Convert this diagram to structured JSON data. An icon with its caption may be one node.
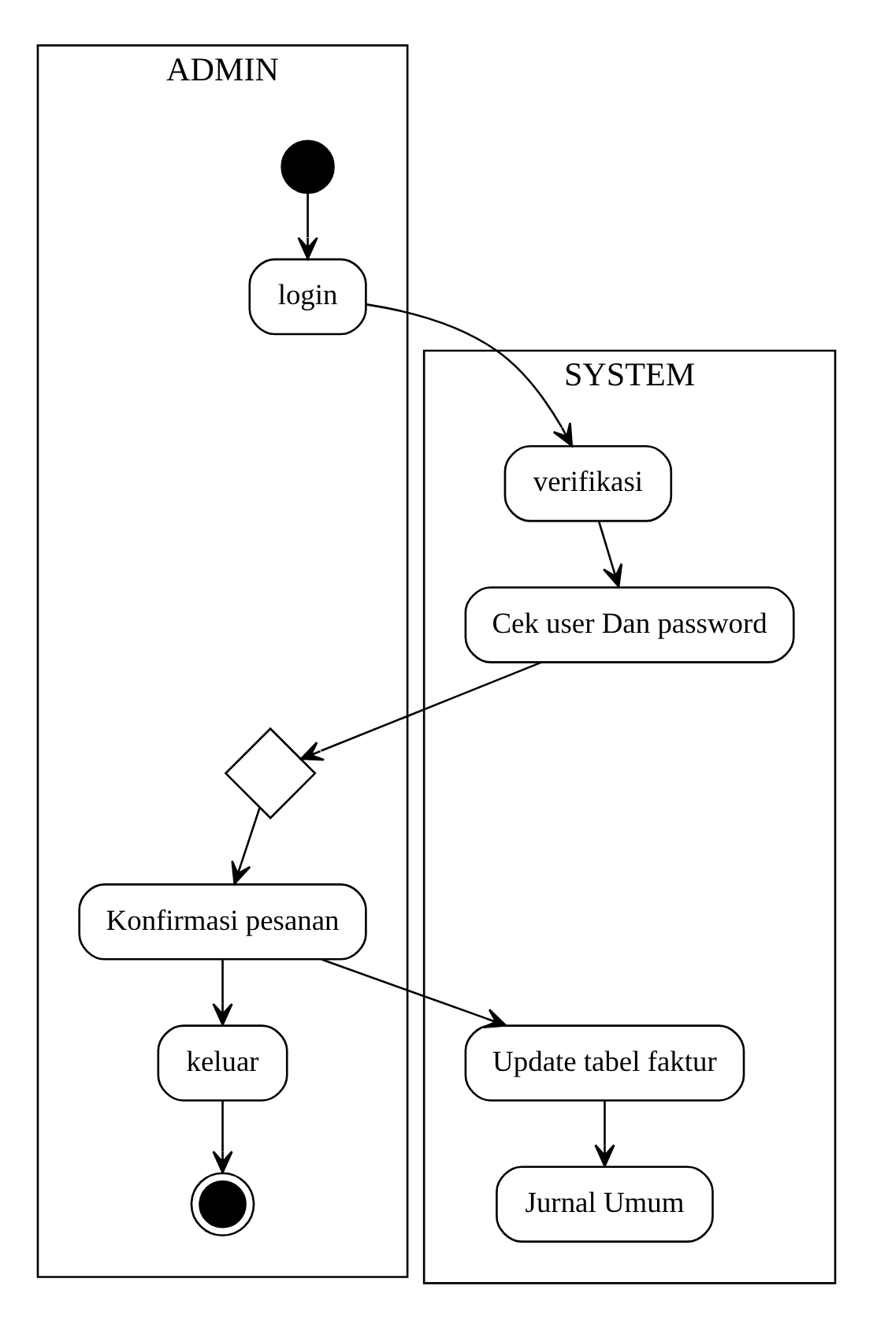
{
  "diagram": {
    "nodes": [
      {
        "text": [
          "ADMIN"
        ]
      },
      {
        "text": [
          "SYSTEM"
        ]
      },
      {
        "text": [],
        "shape": "circle",
        "in": 0
      },
      {
        "text": [
          "login"
        ],
        "in": 0
      },
      {
        "text": [
          "verifikasi"
        ],
        "in": 1
      },
      {
        "text": [
          "Cek user Dan password"
        ],
        "in": 1
      },
      {
        "text": [],
        "shape": "diamond",
        "in": 0
      },
      {
        "text": [
          "Konfirmasi pesanan"
        ],
        "in": 0
      },
      {
        "text": [
          "Update tabel faktur"
        ],
        "in": 1
      },
      {
        "text": [
          "keluar"
        ],
        "in": 0
      },
      {
        "text": [
          "Jurnal Umum"
        ],
        "in": 1
      },
      {
        "text": [],
        "shape": "bullseye",
        "in": 0
      }
    ],
    "edges": [
      {
        "from": 2,
        "to": 3,
        "arrow": "to"
      },
      {
        "from": 3,
        "to": 4,
        "arrow": "to"
      },
      {
        "from": 4,
        "to": 5,
        "arrow": "to"
      },
      {
        "from": 5,
        "to": 6,
        "arrow": "to"
      },
      {
        "from": 6,
        "to": 7,
        "arrow": "to"
      },
      {
        "from": 7,
        "to": 8,
        "arrow": "to"
      },
      {
        "from": 7,
        "to": 9,
        "arrow": "to"
      },
      {
        "from": 8,
        "to": 10,
        "arrow": "to"
      },
      {
        "from": 9,
        "to": 11,
        "arrow": "to"
      }
    ]
  }
}
